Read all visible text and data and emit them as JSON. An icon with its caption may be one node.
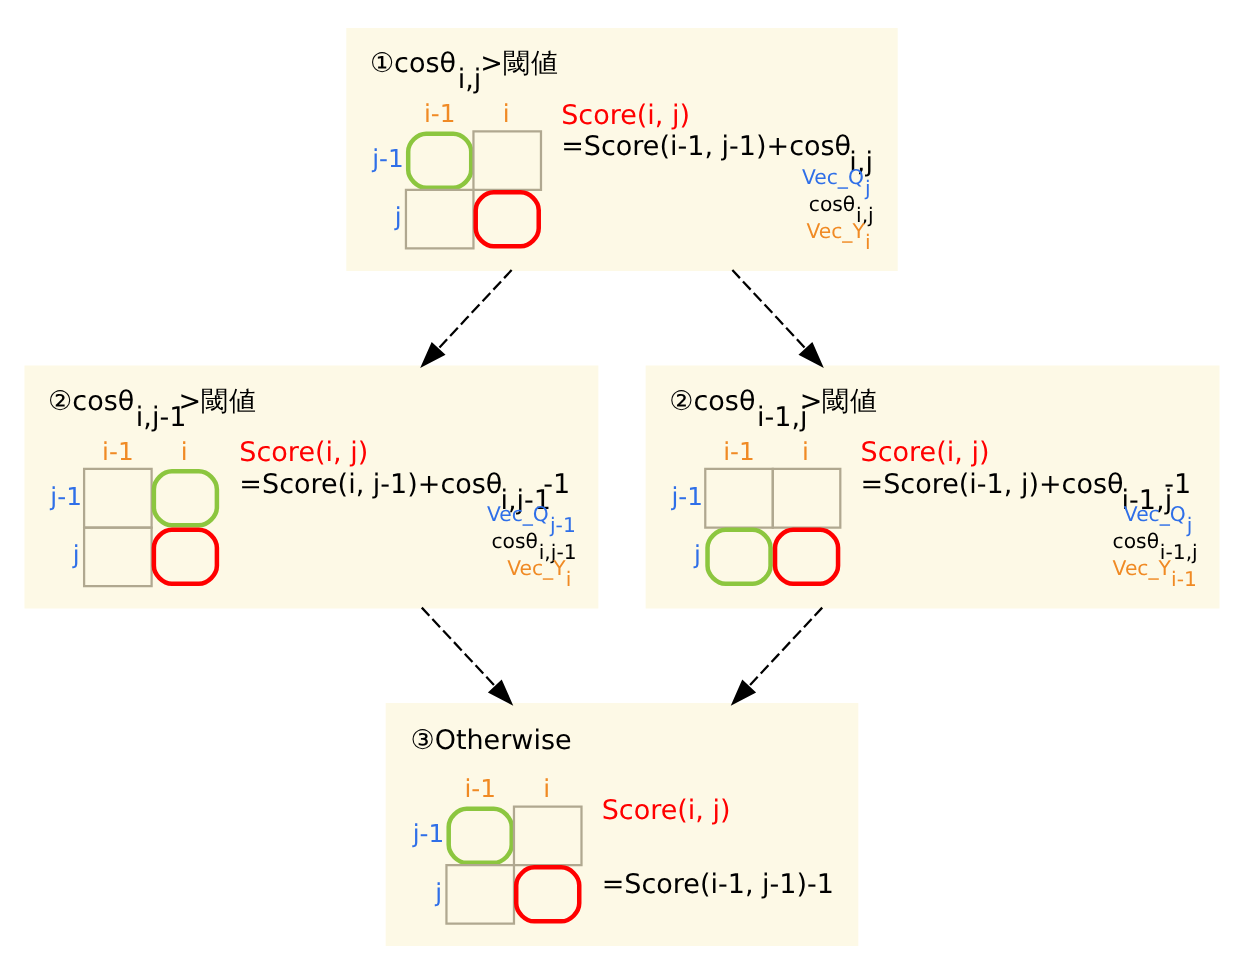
{
  "diagram": {
    "nodes": [
      {
        "text": [
          "①cosθ$_{i,j}$>閾値",
          "Score(i, j)",
          "=Score(i-1, j-1)+cosθ$_{i,j}$",
          "i-1",
          "i",
          "j-1",
          "j",
          "Vec_Q$_{j}$",
          "cosθ$_{i,j}$",
          "Vec_Y$_{i}$"
        ]
      },
      {
        "text": [
          "②cosθ$_{i,j-1}$>閾値",
          "Score(i, j)",
          "=Score(i, j-1)+cosθ$_{i,j-1}$-1",
          "i-1",
          "i",
          "j-1",
          "j",
          "Vec_Q$_{j-1}$",
          "cosθ$_{i,j-1}$",
          "Vec_Y$_{i}$"
        ]
      },
      {
        "text": [
          "②cosθ$_{i-1,j}$>閾値",
          "Score(i, j)",
          "=Score(i-1, j)+cosθ$_{i-1,j}$-1",
          "i-1",
          "i",
          "j-1",
          "j",
          "Vec_Q$_{j}$",
          "cosθ$_{i-1,j}$",
          "Vec_Y$_{i-1}$"
        ]
      },
      {
        "text": [
          "③Otherwise",
          "Score(i, j)",
          "=Score(i-1, j-1)-1",
          "i-1",
          "i",
          "j-1",
          "j"
        ]
      }
    ],
    "edges": [
      {
        "from": 0,
        "to": 1,
        "arrow": "to",
        "style": "dashed"
      },
      {
        "from": 0,
        "to": 2,
        "arrow": "to",
        "style": "dashed"
      },
      {
        "from": 1,
        "to": 3,
        "arrow": "to",
        "style": "dashed"
      },
      {
        "from": 2,
        "to": 3,
        "arrow": "to",
        "style": "dashed"
      }
    ]
  }
}
